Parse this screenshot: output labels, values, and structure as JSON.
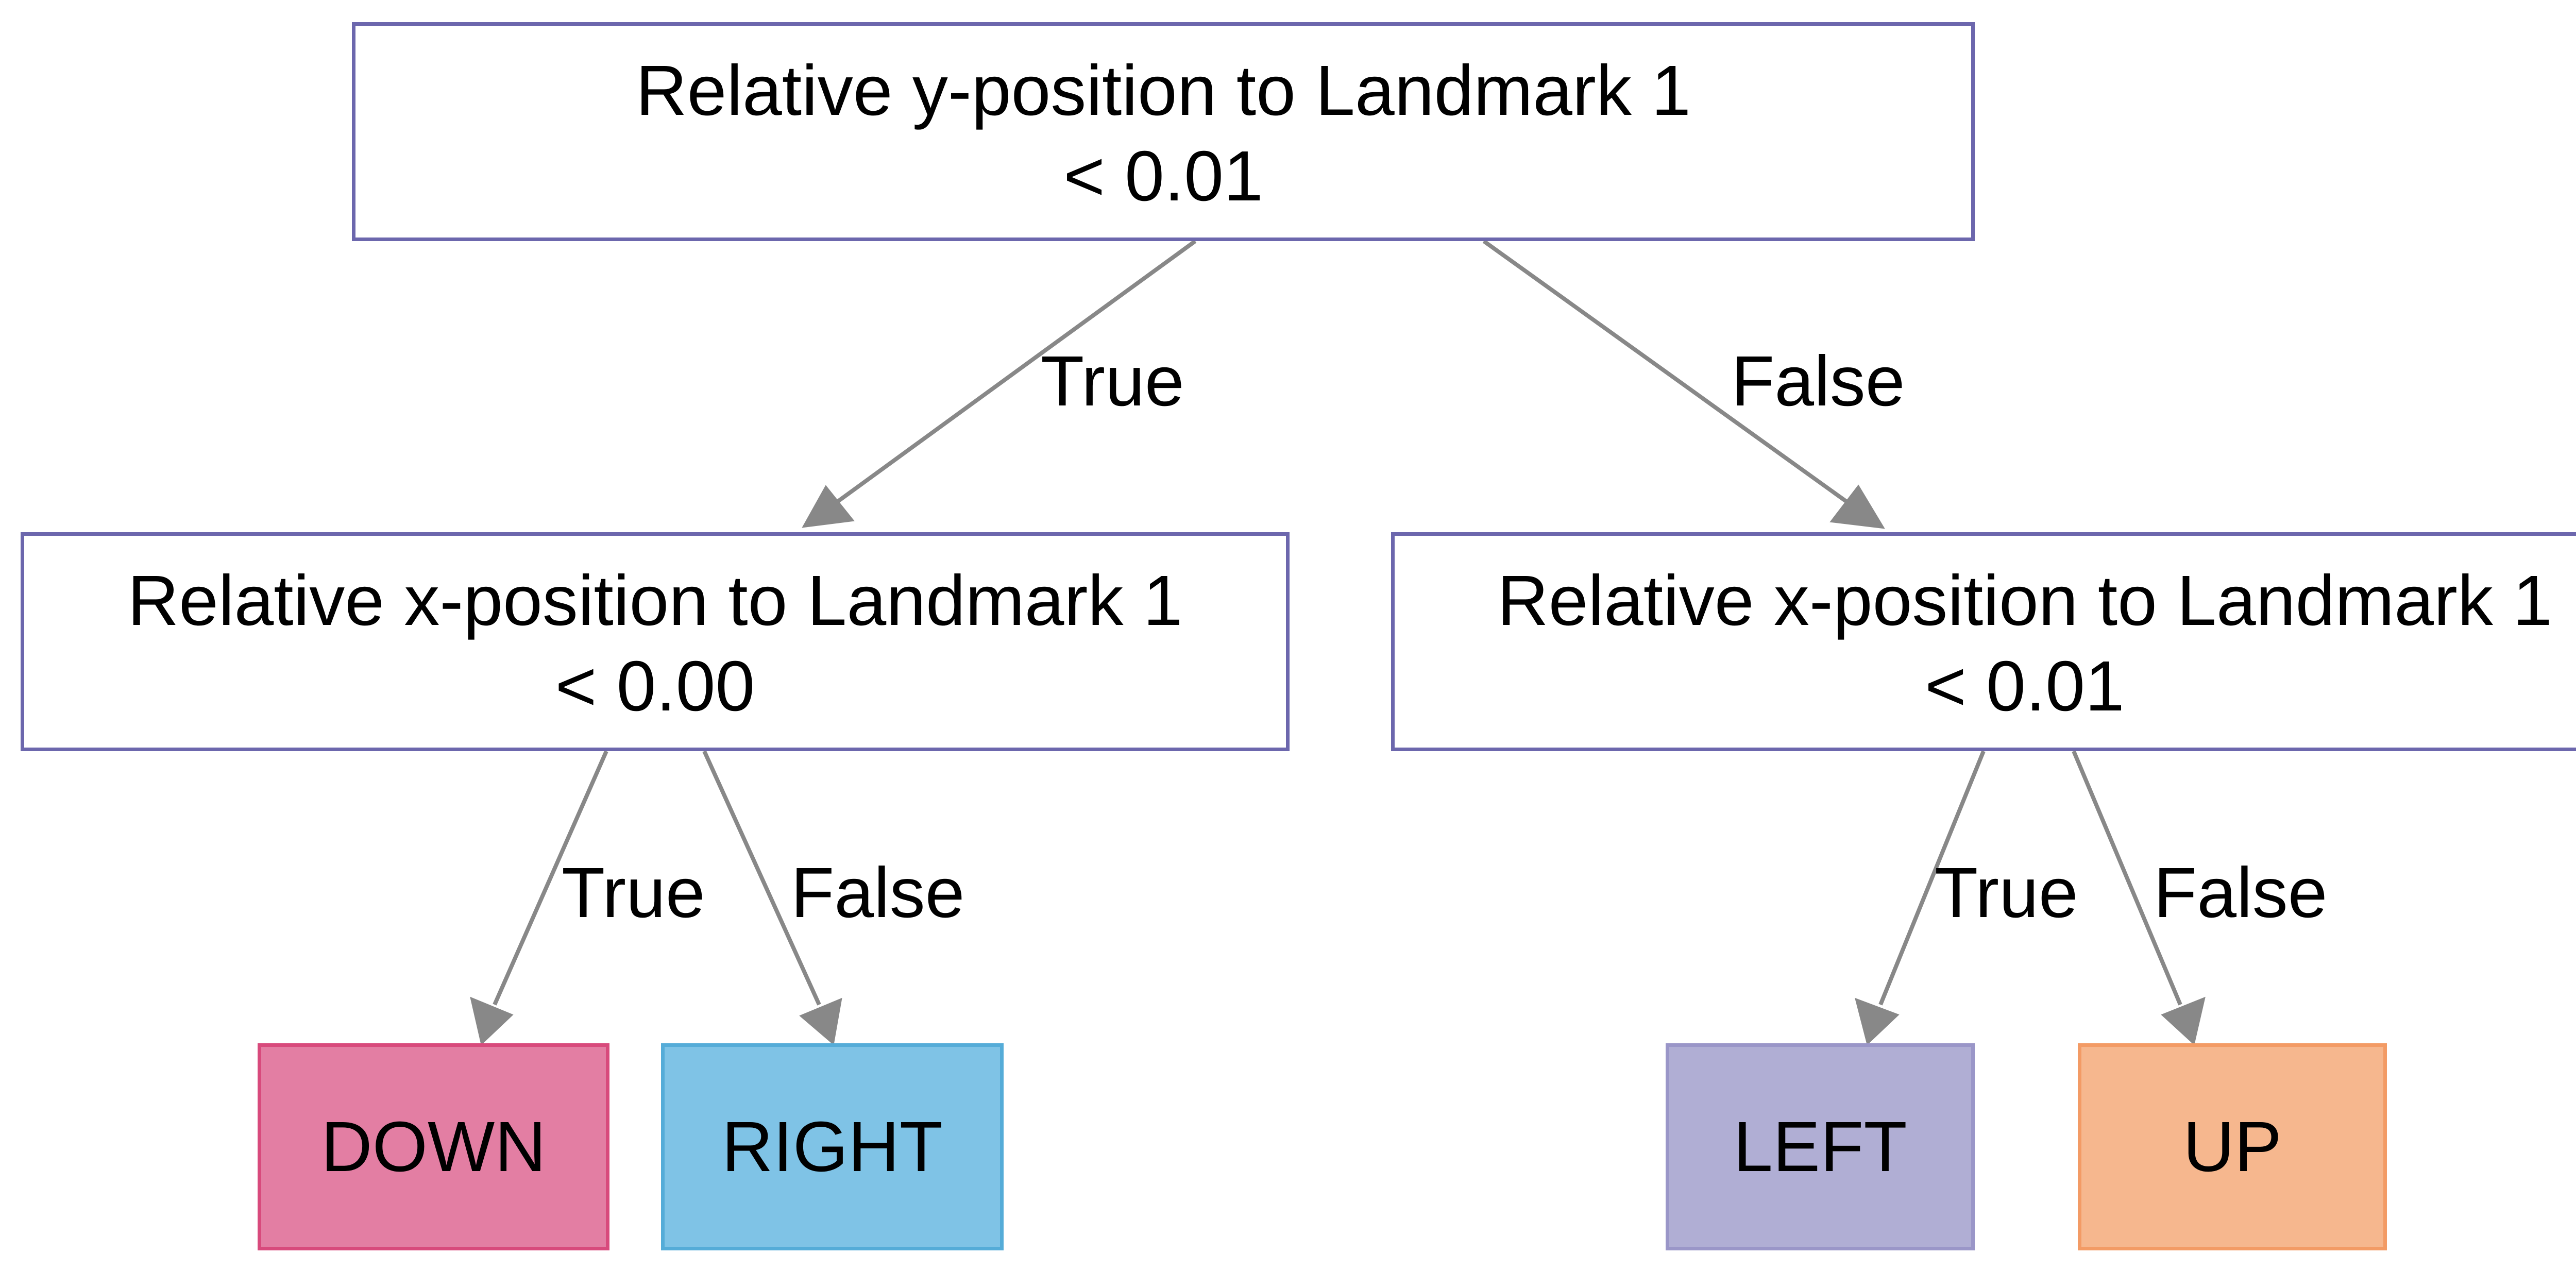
{
  "tree": {
    "root": {
      "feature": "Relative y-position to Landmark 1",
      "condition": "< 0.01"
    },
    "left_decision": {
      "feature": "Relative x-position to Landmark 1",
      "condition": "< 0.00"
    },
    "right_decision": {
      "feature": "Relative x-position to Landmark 1",
      "condition": "< 0.01"
    },
    "leaves": {
      "down": {
        "label": "DOWN",
        "fill": "#e37ea3",
        "border": "#d84a7c"
      },
      "right": {
        "label": "RIGHT",
        "fill": "#7fc3e6",
        "border": "#55acd8"
      },
      "left": {
        "label": "LEFT",
        "fill": "#b0aed4",
        "border": "#9a96c8"
      },
      "up": {
        "label": "UP",
        "fill": "#f6b78e",
        "border": "#f39b65"
      }
    },
    "edges": {
      "root_true": "True",
      "root_false": "False",
      "left_true": "True",
      "left_false": "False",
      "right_true": "True",
      "right_false": "False"
    }
  },
  "colors": {
    "decision_border": "#6c67ad",
    "edge": "#888888"
  }
}
